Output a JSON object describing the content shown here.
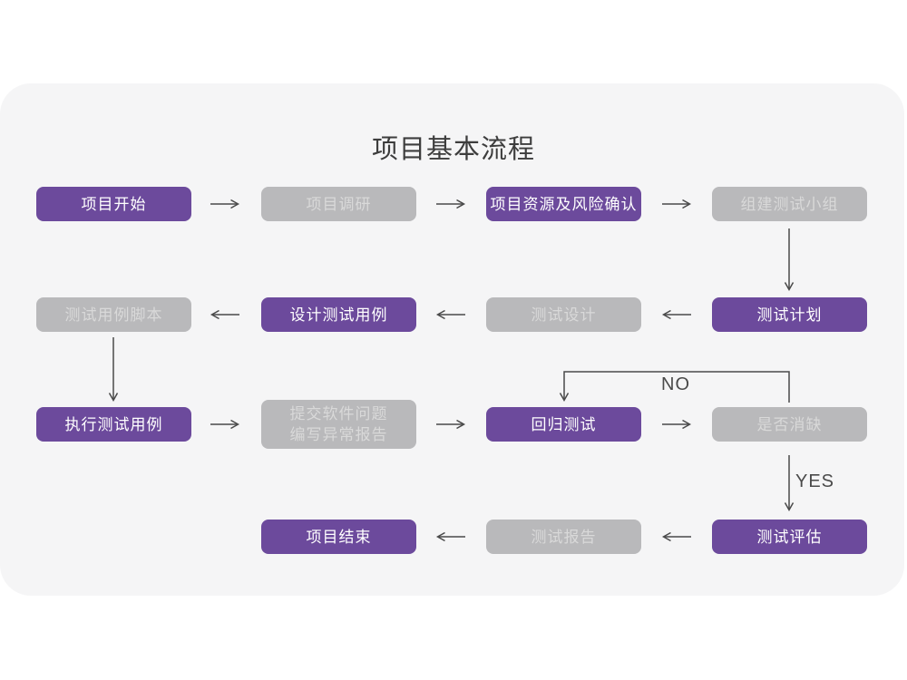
{
  "title": "项目基本流程",
  "colors": {
    "purple": "#6c4a9c",
    "gray": "#b9b9bb",
    "purple_text": "#ffffff",
    "gray_text": "#d9d9d9",
    "arrow": "#4a4a4a",
    "card_bg": "#f5f5f6",
    "page_bg": "#ffffff"
  },
  "labels": {
    "no": "NO",
    "yes": "YES"
  },
  "nodes": [
    {
      "id": "project-start",
      "label": "项目开始",
      "variant": "purple"
    },
    {
      "id": "project-research",
      "label": "项目调研",
      "variant": "gray"
    },
    {
      "id": "resource-risk-confirm",
      "label": "项目资源及风险确认",
      "variant": "purple"
    },
    {
      "id": "build-test-team",
      "label": "组建测试小组",
      "variant": "gray"
    },
    {
      "id": "test-plan",
      "label": "测试计划",
      "variant": "purple"
    },
    {
      "id": "test-design",
      "label": "测试设计",
      "variant": "gray"
    },
    {
      "id": "design-test-cases",
      "label": "设计测试用例",
      "variant": "purple"
    },
    {
      "id": "test-case-script",
      "label": "测试用例脚本",
      "variant": "gray"
    },
    {
      "id": "execute-test-cases",
      "label": "执行测试用例",
      "variant": "purple"
    },
    {
      "id": "submit-issue-report",
      "label": "提交软件问题\n编写异常报告",
      "variant": "gray"
    },
    {
      "id": "regression-test",
      "label": "回归测试",
      "variant": "purple"
    },
    {
      "id": "defect-resolved",
      "label": "是否消缺",
      "variant": "gray"
    },
    {
      "id": "test-evaluation",
      "label": "测试评估",
      "variant": "purple"
    },
    {
      "id": "test-report",
      "label": "测试报告",
      "variant": "gray"
    },
    {
      "id": "project-end",
      "label": "项目结束",
      "variant": "purple"
    }
  ]
}
